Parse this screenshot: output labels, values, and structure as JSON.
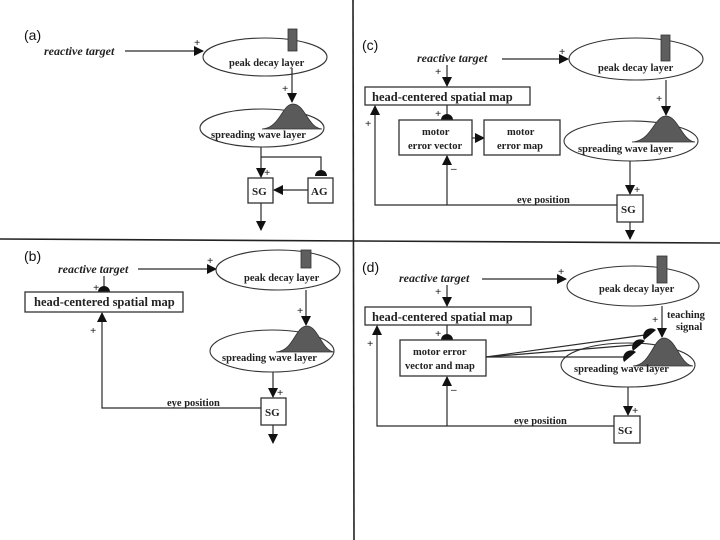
{
  "figure": {
    "panels": {
      "a": {
        "label": "(a)",
        "reactive_target": "reactive target",
        "peak_decay_layer": "peak decay layer",
        "spreading_wave_layer": "spreading wave layer",
        "sg": "SG",
        "ag": "AG",
        "plus": "+"
      },
      "b": {
        "label": "(b)",
        "reactive_target": "reactive target",
        "head_centered_map": "head-centered spatial map",
        "peak_decay_layer": "peak decay layer",
        "spreading_wave_layer": "spreading wave layer",
        "eye_position": "eye position",
        "sg": "SG",
        "plus": "+"
      },
      "c": {
        "label": "(c)",
        "reactive_target": "reactive target",
        "head_centered_map": "head-centered spatial map",
        "motor_error_vector_line1": "motor",
        "motor_error_vector_line2": "error vector",
        "motor_error_map_line1": "motor",
        "motor_error_map_line2": "error map",
        "peak_decay_layer": "peak decay layer",
        "spreading_wave_layer": "spreading  wave layer",
        "eye_position": "eye position",
        "sg": "SG",
        "plus": "+",
        "minus": "–"
      },
      "d": {
        "label": "(d)",
        "reactive_target": "reactive target",
        "head_centered_map": "head-centered spatial map",
        "motor_error_line1": "motor error",
        "motor_error_line2": "vector and map",
        "peak_decay_layer": "peak decay layer",
        "spreading_wave_layer": "spreading wave layer",
        "teaching_line1": "teaching",
        "teaching_line2": "signal",
        "eye_position": "eye position",
        "sg": "SG",
        "plus": "+",
        "minus": "–"
      }
    }
  }
}
